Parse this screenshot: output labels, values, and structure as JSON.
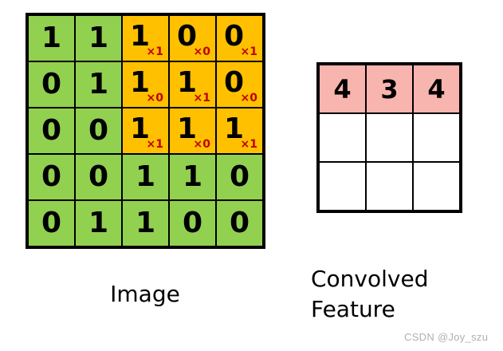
{
  "image_matrix": {
    "label": "Image",
    "rows": 5,
    "cols": 5,
    "values": [
      [
        1,
        1,
        1,
        0,
        0
      ],
      [
        0,
        1,
        1,
        1,
        0
      ],
      [
        0,
        0,
        1,
        1,
        1
      ],
      [
        0,
        0,
        1,
        1,
        0
      ],
      [
        0,
        1,
        1,
        0,
        0
      ]
    ],
    "highlight_color": "#FFC000",
    "base_color": "#92D050",
    "kernel_overlay": {
      "top_row": 0,
      "left_col": 2,
      "rows": 3,
      "cols": 3,
      "multiplier_color": "#C00000",
      "multipliers": [
        [
          "×1",
          "×0",
          "×1"
        ],
        [
          "×0",
          "×1",
          "×0"
        ],
        [
          "×1",
          "×0",
          "×1"
        ]
      ]
    }
  },
  "feature_matrix": {
    "label": "Convolved\nFeature",
    "rows": 3,
    "cols": 3,
    "values": [
      [
        "4",
        "3",
        "4"
      ],
      [
        "",
        "",
        ""
      ],
      [
        "",
        "",
        ""
      ]
    ],
    "filled_row": 0,
    "filled_color": "#F8B4AE",
    "empty_color": "#FFFFFF"
  },
  "watermark": {
    "text": "CSDN @Joy_szu"
  }
}
